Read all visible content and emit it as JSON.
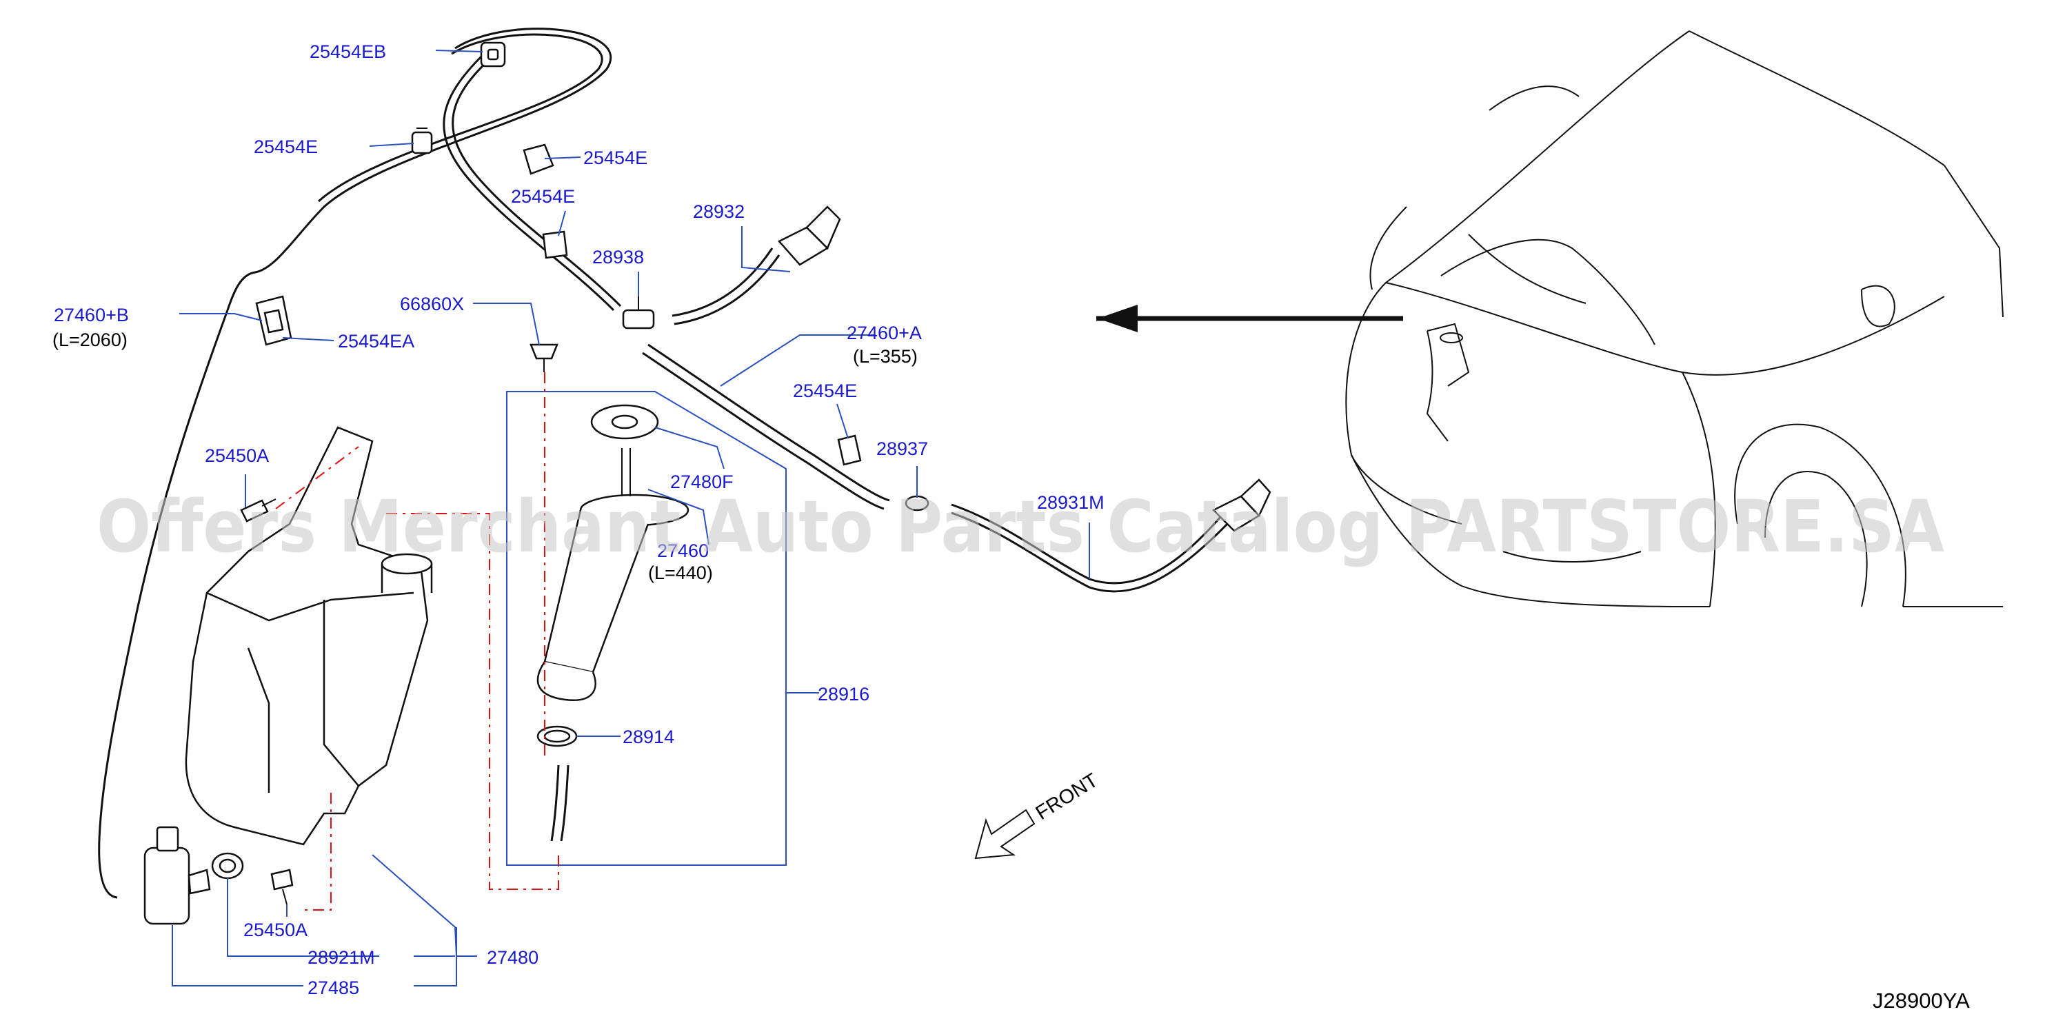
{
  "labels": {
    "p25454EB": "25454EB",
    "p25454E_a": "25454E",
    "p25454E_b": "25454E",
    "p25454E_c": "25454E",
    "p25454E_d": "25454E",
    "p28932": "28932",
    "p28938": "28938",
    "p66860X": "66860X",
    "p27460B": "27460+B",
    "p27460B_len": "(L=2060)",
    "p25454EA": "25454EA",
    "p27460A": "27460+A",
    "p27460A_len": "(L=355)",
    "p28937": "28937",
    "p28931M": "28931M",
    "p27480F": "27480F",
    "p27460": "27460",
    "p27460_len": "(L=440)",
    "p25450A_a": "25450A",
    "p25450A_b": "25450A",
    "p28916": "28916",
    "p28914": "28914",
    "p28921M": "28921M",
    "p27480": "27480",
    "p27485": "27485"
  },
  "front": "FRONT",
  "diagram_code": "J28900YA",
  "watermark": "Offers Merchant Auto Parts Catalog PARTSTORE.SA",
  "colors": {
    "label": "#1a1acc",
    "leader": "#2a4fbf",
    "centerline": "#e01010",
    "line": "#111111"
  }
}
